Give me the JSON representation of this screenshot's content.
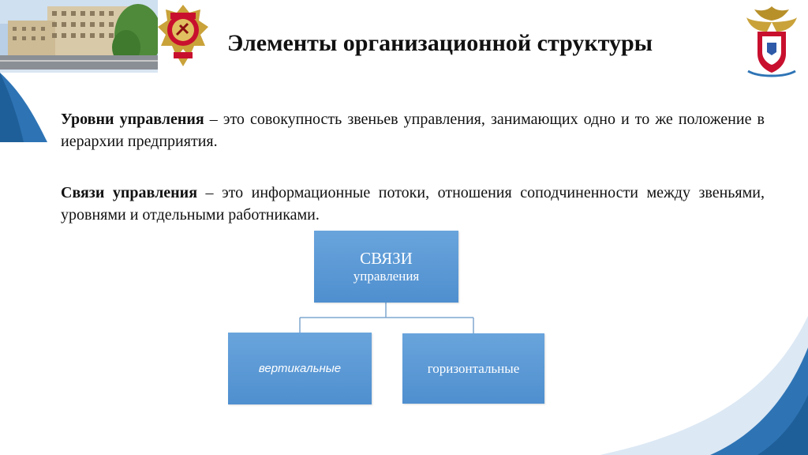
{
  "slide": {
    "title": "Элементы организационной структуры"
  },
  "paragraphs": [
    {
      "term": "Уровни управления",
      "definition": " – это совокупность звеньев управления, занимающих одно и то же положение в иерархии предприятия."
    },
    {
      "term": "Связи управления",
      "definition": " – это информационные потоки, отношения соподчиненности между звеньями, уровнями и отдельными работниками."
    }
  ],
  "diagram": {
    "root_line1": "СВЯЗИ",
    "root_line2": "управления",
    "left": "вертикальные",
    "right": "горизонтальные"
  },
  "colors": {
    "box": "#5b9bd5",
    "accent": "#2e74b5",
    "connector": "#7fa7cf"
  },
  "icons": [
    "building-photo",
    "order-badge-icon",
    "police-crest-icon"
  ]
}
